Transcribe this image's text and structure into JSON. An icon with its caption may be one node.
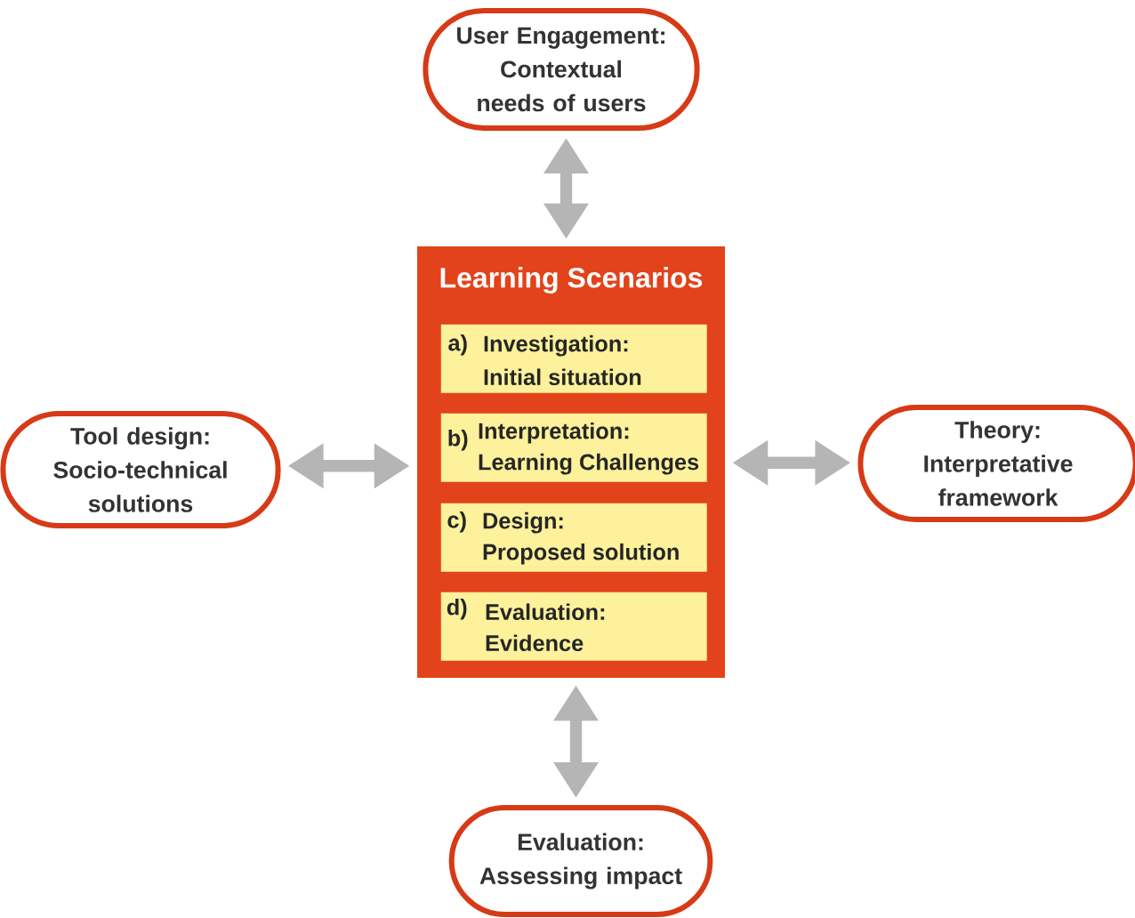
{
  "diagram": {
    "nodes": [
      {
        "text": [
          "User Engagement:",
          "Contextual needs of users"
        ]
      },
      {
        "text": [
          "Learning Scenarios"
        ]
      },
      {
        "text": [
          "a)",
          "Investigation:",
          "Initial situation"
        ],
        "in": 1
      },
      {
        "text": [
          "b)",
          "Interpretation:",
          "Learning Challenges"
        ],
        "in": 1
      },
      {
        "text": [
          "c)",
          "Design:",
          "Proposed solution"
        ],
        "in": 1
      },
      {
        "text": [
          "d)",
          "Evaluation:",
          "Evidence"
        ],
        "in": 1
      },
      {
        "text": [
          "Tool design:",
          "Socio-technical solutions"
        ]
      },
      {
        "text": [
          "Theory:",
          "Interpretative framework"
        ]
      },
      {
        "text": [
          "Evaluation:",
          "Assessing impact"
        ]
      }
    ],
    "edges": [
      {
        "from": 0,
        "to": 1,
        "arrow": "both"
      },
      {
        "from": 6,
        "to": 1,
        "arrow": "both"
      },
      {
        "from": 1,
        "to": 7,
        "arrow": "both"
      },
      {
        "from": 1,
        "to": 8,
        "arrow": "both"
      }
    ]
  }
}
